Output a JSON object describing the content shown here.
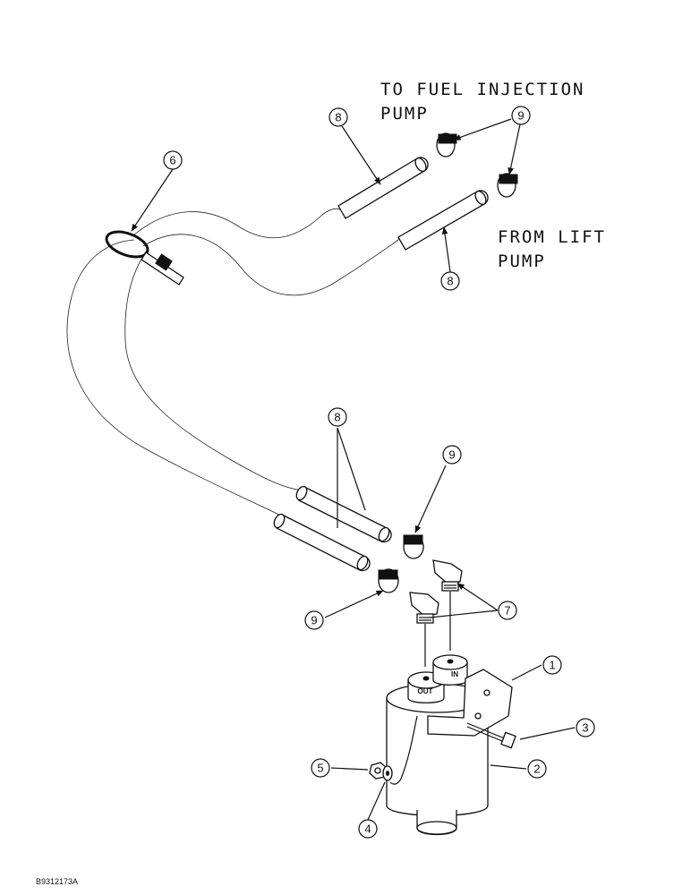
{
  "labels": {
    "to_line1": "TO FUEL INJECTION",
    "to_line2": "PUMP",
    "from_line1": "FROM LIFT",
    "from_line2": "PUMP",
    "out_port": "OUT",
    "in_port": "IN",
    "figure_code": "B9312173A"
  },
  "callouts": {
    "c1": "1",
    "c2": "2",
    "c3": "3",
    "c4": "4",
    "c5": "5",
    "c6": "6",
    "c7": "7",
    "c8_top": "8",
    "c8_right": "8",
    "c8_mid": "8",
    "c9_top": "9",
    "c9_mid": "9",
    "c9_low": "9"
  }
}
